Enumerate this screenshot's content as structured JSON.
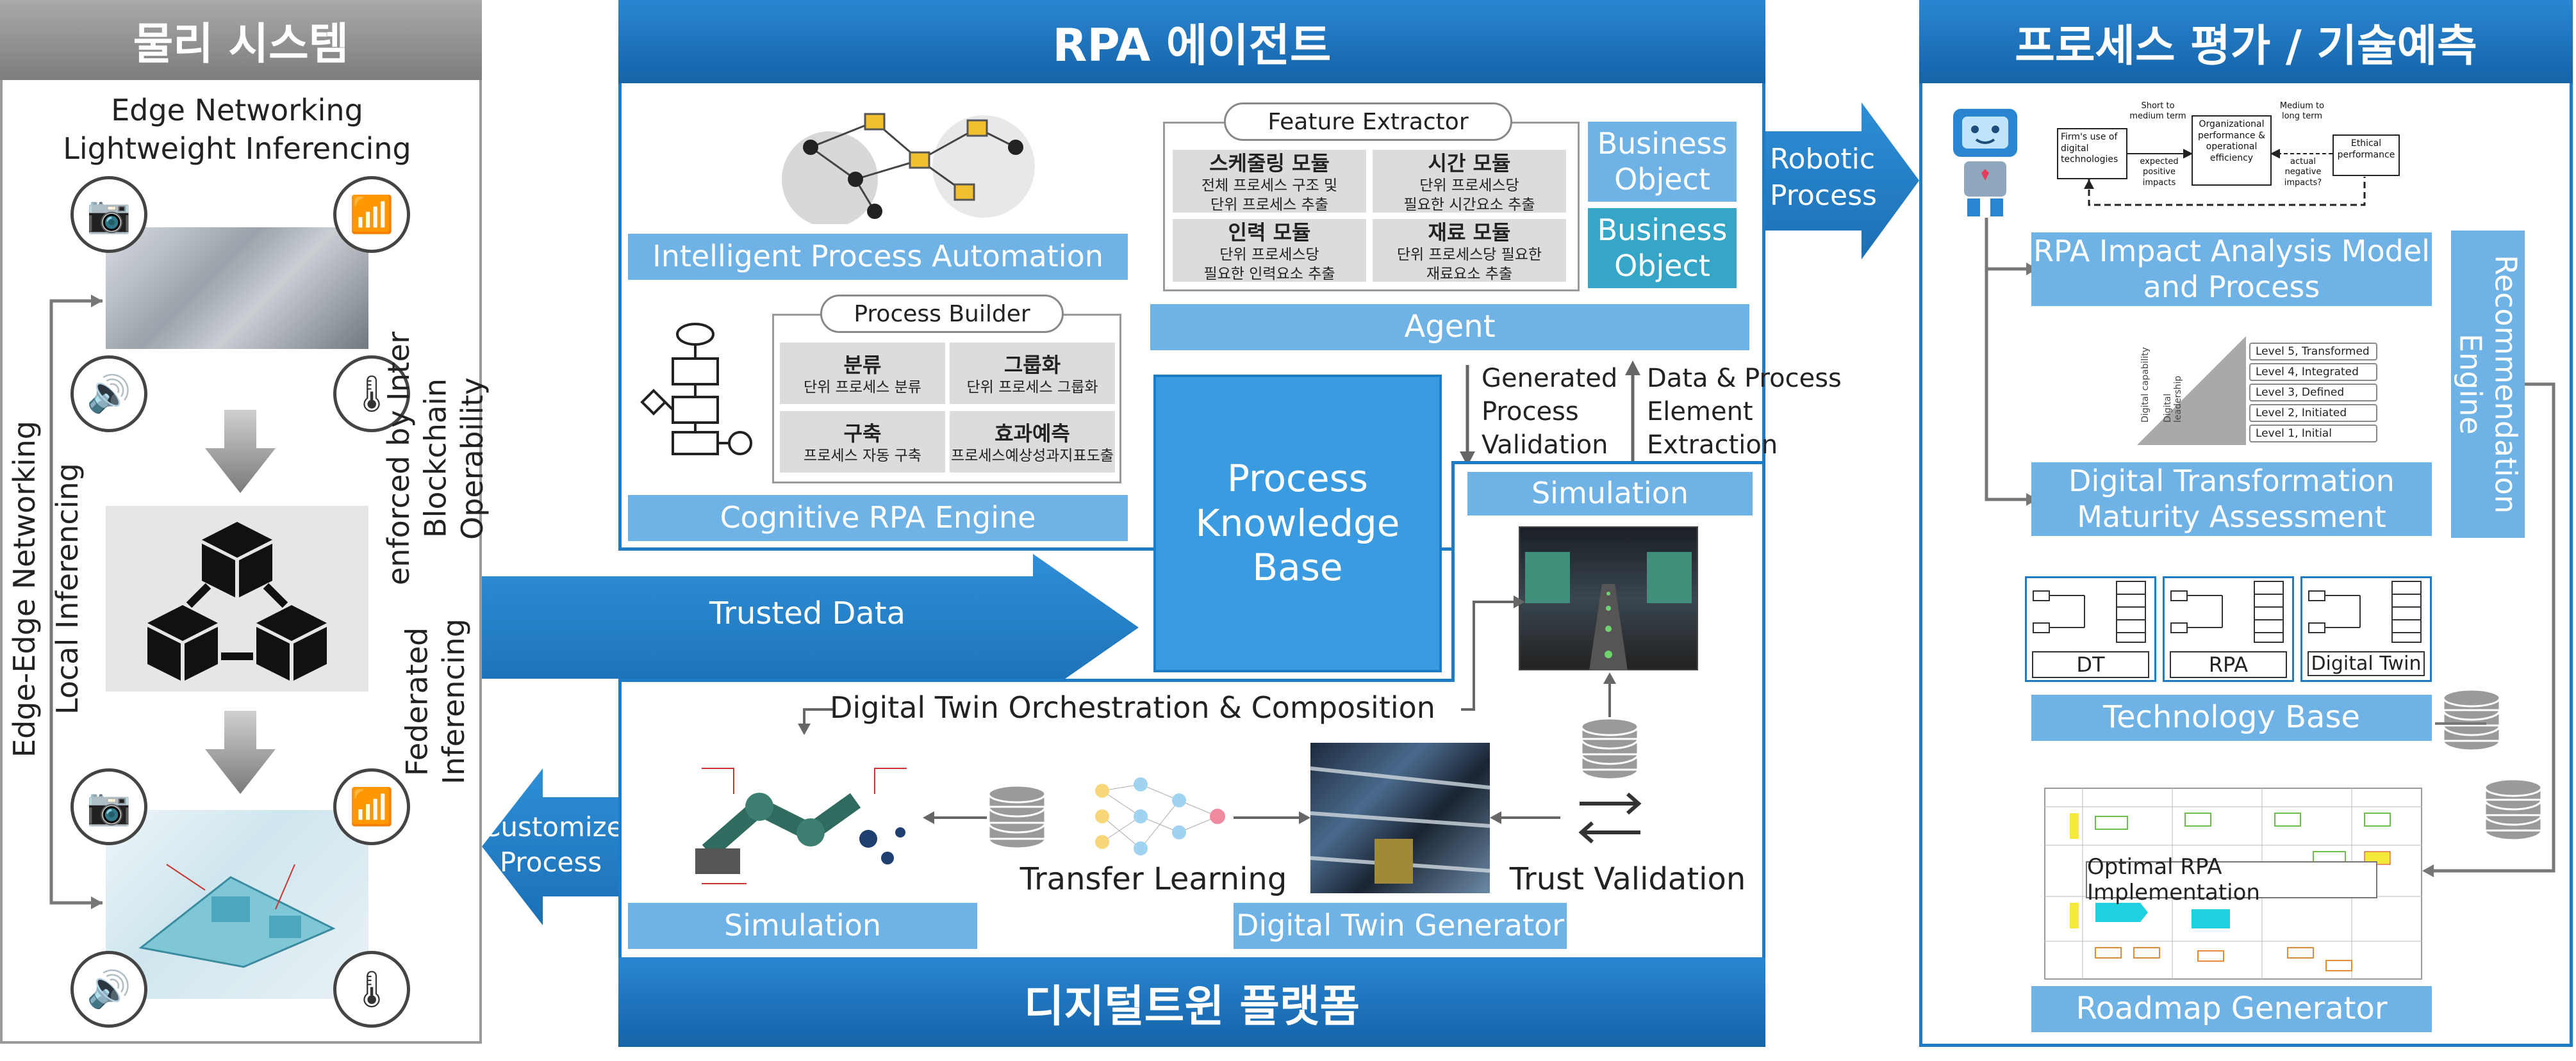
{
  "physical": {
    "title": "물리 시스템",
    "edge_networking": "Edge Networking",
    "lightweight_inferencing": "Lightweight Inferencing",
    "edge_edge_networking": "Edge-Edge Networking",
    "local_inferencing": "Local Inferencing",
    "federated_line1": "Federated Inferencing",
    "federated_line2": "enforced by Inter Blockchain Operability"
  },
  "rpa_agent": {
    "title": "RPA 에이전트",
    "intelligent_process_automation": "Intelligent Process Automation",
    "cognitive_rpa_engine": "Cognitive RPA Engine",
    "process_builder": "Process Builder",
    "builder_cells": [
      {
        "title": "분류",
        "desc": "단위 프로세스 분류"
      },
      {
        "title": "그룹화",
        "desc": "단위 프로세스 그룹화"
      },
      {
        "title": "구축",
        "desc": "프로세스 자동 구축"
      },
      {
        "title": "효과예측",
        "desc": "프로세스예상성과지표도출"
      }
    ],
    "feature_extractor": "Feature Extractor",
    "feature_cells": [
      {
        "title": "스케줄링 모듈",
        "desc1": "전체 프로세스 구조 및",
        "desc2": "단위 프로세스 추출"
      },
      {
        "title": "시간 모듈",
        "desc1": "단위 프로세스당",
        "desc2": "필요한 시간요소 추출"
      },
      {
        "title": "인력 모듈",
        "desc1": "단위 프로세스당",
        "desc2": "필요한 인력요소 추출"
      },
      {
        "title": "재료 모듈",
        "desc1": "단위 프로세스당 필요한",
        "desc2": "재료요소 추출"
      }
    ],
    "business_object_1": "Business Object",
    "business_object_2": "Business Object",
    "agent": "Agent"
  },
  "center": {
    "process_knowledge_base": "Process Knowledge Base",
    "generated_process_validation": "Generated Process Validation",
    "data_process_extraction": "Data & Process Element Extraction",
    "simulation_top": "Simulation",
    "trusted_data": "Trusted Data",
    "robotic_process": "Robotic Process",
    "customize_process": "Customize Process"
  },
  "digital_twin": {
    "title": "디지털트윈 플랫폼",
    "orchestration": "Digital Twin Orchestration & Composition",
    "simulation": "Simulation",
    "transfer_learning": "Transfer Learning",
    "digital_twin_generator": "Digital Twin Generator",
    "trust_validation": "Trust Validation"
  },
  "evaluation": {
    "title": "프로세스 평가 / 기술예측",
    "diagram_nodes": {
      "firm": "Firm's use of digital technologies",
      "org": "Organizational performance & operational efficiency",
      "ethical": "Ethical performance",
      "short_term": "Short to medium term",
      "medium_long": "Medium to long term",
      "expected_positive": "expected positive impacts",
      "actual_negative": "actual negative impacts?"
    },
    "rpa_impact": "RPA Impact Analysis Model and Process",
    "maturity_levels": [
      "Level 5, Transformed",
      "Level 4, Integrated",
      "Level 3, Defined",
      "Level 2, Initiated",
      "Level 1, Initial"
    ],
    "maturity_axis_1": "Digital capability",
    "maturity_axis_2": "Digital leadership",
    "maturity_assessment": "Digital Transformation Maturity Assessment",
    "recommendation_engine": "Recommendation Engine",
    "tech_boxes": [
      "DT",
      "RPA",
      "Digital Twin"
    ],
    "technology_base": "Technology Base",
    "optimal_rpa": "Optimal RPA Implementation",
    "roadmap_generator": "Roadmap Generator"
  },
  "colors": {
    "primary_blue": "#1e7bc6",
    "light_blue": "#6fb2e6",
    "teal": "#35a6c7",
    "gray_header": "#8a8a8a"
  }
}
